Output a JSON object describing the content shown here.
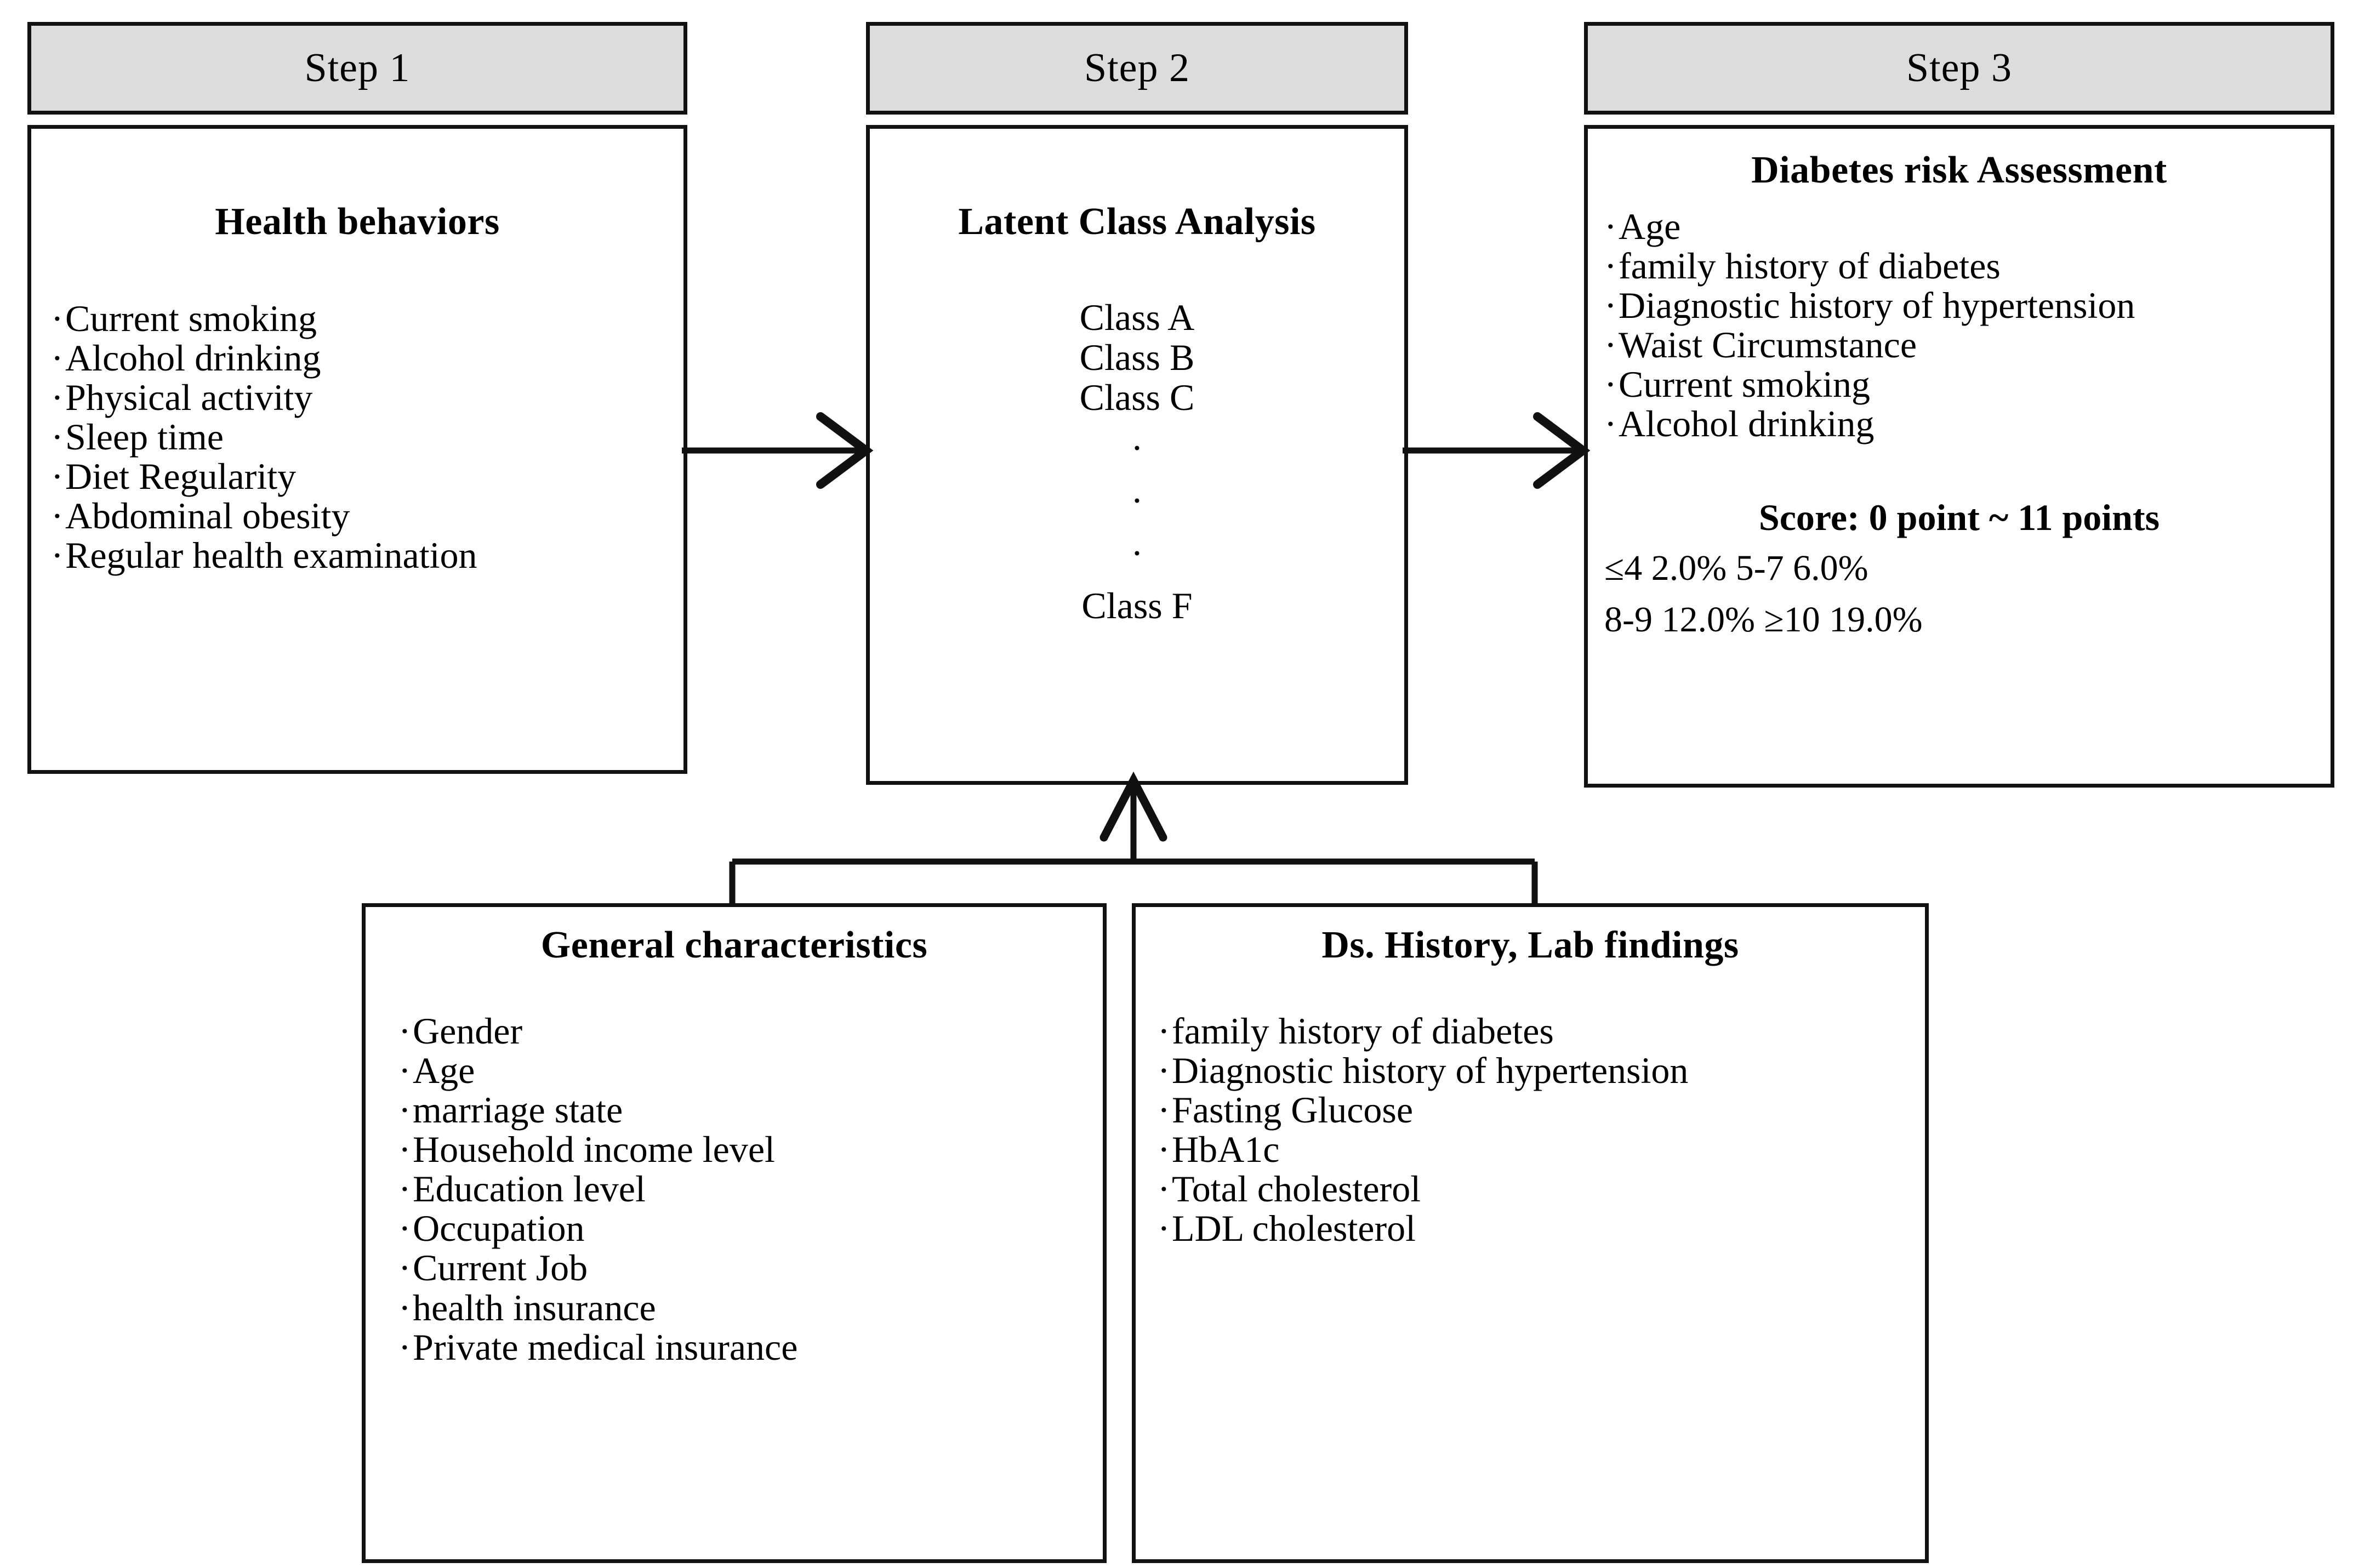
{
  "steps": [
    {
      "header": "Step 1",
      "title": "Health behaviors",
      "items": [
        "Current smoking",
        "Alcohol drinking",
        "Physical activity",
        "Sleep time",
        "Diet Regularity",
        "Abdominal obesity",
        "Regular health examination"
      ]
    },
    {
      "header": "Step 2",
      "title": "Latent Class Analysis",
      "classes": [
        "Class A",
        "Class B",
        "Class C"
      ],
      "ellipsis": [
        "·",
        "·",
        "·"
      ],
      "last_class": "Class F"
    },
    {
      "header": "Step 3",
      "title": "Diabetes risk Assessment",
      "items": [
        "Age",
        "family history of diabetes",
        "Diagnostic history of hypertension",
        "Waist Circumstance",
        "Current smoking",
        "Alcohol drinking"
      ],
      "score_title": "Score: 0 point ~ 11 points",
      "score_lines": [
        "≤4 2.0%  5-7 6.0%",
        "8-9 12.0%  ≥10 19.0%"
      ]
    }
  ],
  "inputs": [
    {
      "title": "General characteristics",
      "items": [
        "Gender",
        "Age",
        "marriage state",
        "Household income level",
        "Education level",
        "Occupation",
        "Current Job",
        "health insurance",
        "Private medical insurance"
      ]
    },
    {
      "title": "Ds. History, Lab findings",
      "items": [
        "family history of diabetes",
        "Diagnostic history of hypertension",
        "Fasting Glucose",
        "HbA1c",
        "Total cholesterol",
        "LDL cholesterol"
      ]
    }
  ],
  "connectors": {
    "arrow1": "arrow-step1-to-step2",
    "arrow2": "arrow-step2-to-step3",
    "bracket": "bracket-inputs-to-step2"
  },
  "colors": {
    "header_fill": "#dcdcdc",
    "stroke": "#111111",
    "background": "#ffffff"
  }
}
